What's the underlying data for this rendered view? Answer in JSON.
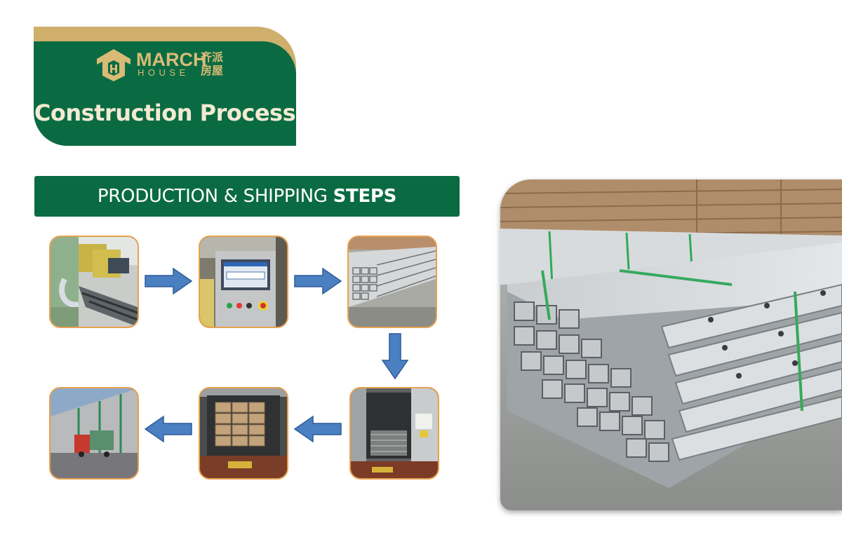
{
  "header": {
    "logo_name": "MARCH",
    "logo_sub": "HOUSE",
    "logo_cn": "齐派房屋",
    "title": "Construction Process"
  },
  "banner": {
    "text_light": "PRODUCTION & SHIPPING ",
    "text_bold": "STEPS"
  },
  "colors": {
    "brand_green": "#0a6b43",
    "brand_gold": "#cfaf6b",
    "photo_border": "#e8a14f",
    "arrow_blue": "#4a7fc1"
  },
  "steps": [
    {
      "photo": "roll-forming-machine"
    },
    {
      "photo": "machine-control-panel"
    },
    {
      "photo": "finished-steel-profiles"
    },
    {
      "photo": "container-loading"
    },
    {
      "photo": "loaded-container-truck"
    },
    {
      "photo": "truck-at-factory"
    }
  ],
  "large_photo": {
    "photo": "stacked-galvanized-c-channels"
  }
}
